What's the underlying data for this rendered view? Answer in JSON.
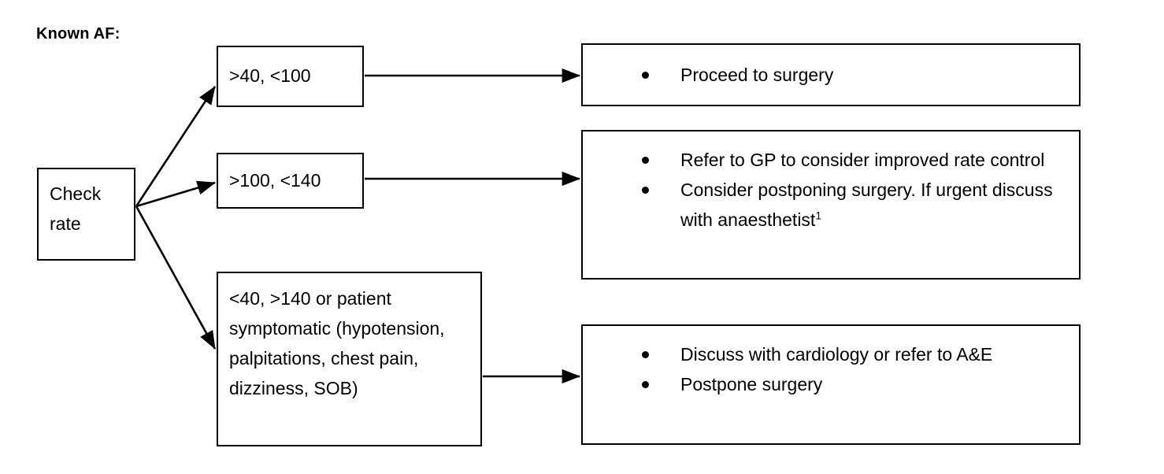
{
  "title": "Known AF:",
  "start_node": {
    "label": "Check rate"
  },
  "conditions": [
    {
      "id": "cond-1",
      "label": ">40, <100"
    },
    {
      "id": "cond-2",
      "label": ">100, <140"
    },
    {
      "id": "cond-3",
      "label": "<40, >140 or patient symptomatic (hypotension, palpitations, chest pain, dizziness, SOB)"
    }
  ],
  "outcomes": [
    {
      "id": "out-1",
      "bullets": [
        {
          "text": "Proceed to surgery",
          "superscript": ""
        }
      ]
    },
    {
      "id": "out-2",
      "bullets": [
        {
          "text": "Refer to GP to consider improved rate control",
          "superscript": ""
        },
        {
          "text": "Consider postponing surgery.  If urgent discuss with anaesthetist",
          "superscript": "1"
        }
      ]
    },
    {
      "id": "out-3",
      "bullets": [
        {
          "text": "Discuss with cardiology or refer to A&E",
          "superscript": ""
        },
        {
          "text": "Postpone surgery",
          "superscript": ""
        }
      ]
    }
  ],
  "connectors": [
    {
      "name": "check-rate-to-cond-1",
      "from": "Check rate",
      "to": ">40, <100"
    },
    {
      "name": "check-rate-to-cond-2",
      "from": "Check rate",
      "to": ">100, <140"
    },
    {
      "name": "check-rate-to-cond-3",
      "from": "Check rate",
      "to": "<40, >140 or patient symptomatic"
    },
    {
      "name": "cond-1-to-out-1",
      "from": ">40, <100",
      "to": "Proceed to surgery"
    },
    {
      "name": "cond-2-to-out-2",
      "from": ">100, <140",
      "to": "Refer to GP / Consider postponing surgery"
    },
    {
      "name": "cond-3-to-out-3",
      "from": "<40, >140 or patient symptomatic",
      "to": "Discuss with cardiology / Postpone surgery"
    }
  ],
  "colors": {
    "stroke": "#000000",
    "background": "#ffffff",
    "text": "#000000"
  }
}
